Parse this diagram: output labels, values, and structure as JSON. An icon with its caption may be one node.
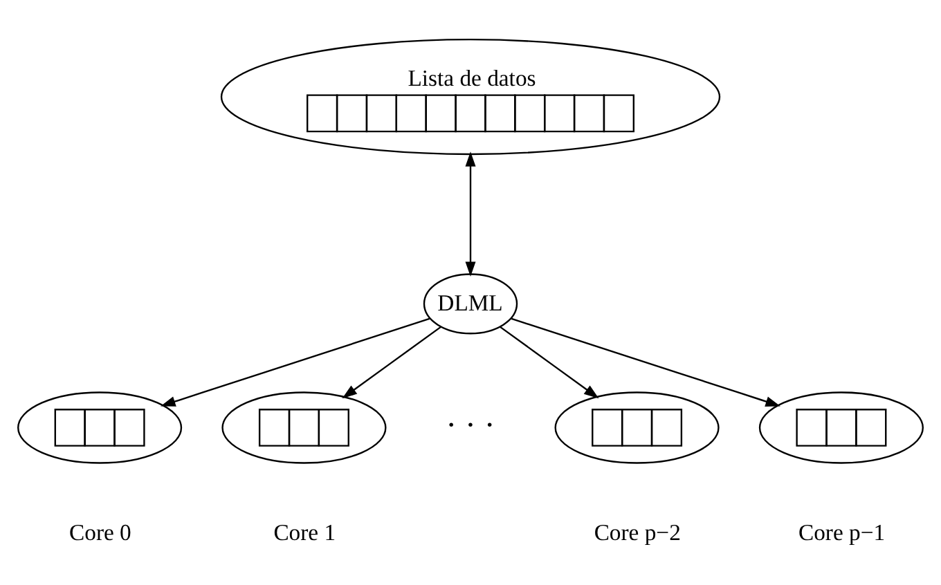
{
  "diagram": {
    "nodes": [
      {
        "text": [
          "Lista de datos"
        ]
      },
      {
        "text": [
          "DLML"
        ]
      },
      {
        "text": [],
        "shape": "ellipse",
        "beside": [
          "Core 0"
        ]
      },
      {
        "text": [],
        "shape": "ellipse",
        "beside": [
          "Core 1"
        ]
      },
      {
        "text": [],
        "shape": "ellipse",
        "beside": [
          "Core p−2"
        ]
      },
      {
        "text": [],
        "shape": "ellipse",
        "beside": [
          "Core p−1"
        ]
      }
    ],
    "edges": [
      {
        "from": 0,
        "to": 1,
        "arrow": "both"
      },
      {
        "from": 1,
        "to": 2,
        "arrow": "to"
      },
      {
        "from": 1,
        "to": 3,
        "arrow": "to"
      },
      {
        "from": 1,
        "to": 4,
        "arrow": "to"
      },
      {
        "from": 1,
        "to": 5,
        "arrow": "to"
      }
    ],
    "labels": [
      "· · ·"
    ]
  }
}
